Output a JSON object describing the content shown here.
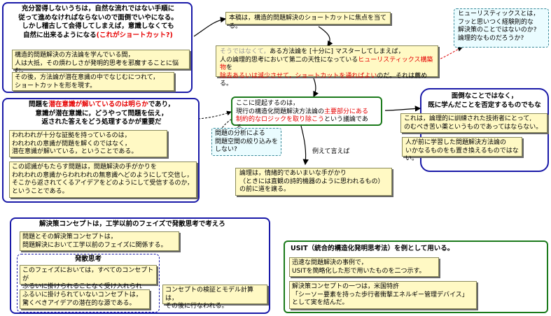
{
  "box_tl": {
    "title_l1": "充分習得しないうちは，自然な流れではない手順に",
    "title_l2": "従って進めなければならないので面倒でいやになる。",
    "title_l3": "しかし稽古して会得してしまえば，意識しなくても",
    "title_l4": "自然に出来るようになる",
    "title_l4_red": "(これがショートカット?)",
    "note1_l1": "構造的問題解決の方法論を学んでいる間，",
    "note1_l2": "人は大抵，その煩わしさが発明的思考を邪魔することに悩む。",
    "note2_l1": "その後，方法論が潜在意識の中でなじむにつれて，",
    "note2_l2": "ショートカットを形を現す。"
  },
  "focus_note": "本稿は，構造的問題解決のショートカットに焦点を当てる。",
  "heuristic_cloud": {
    "l1": "ヒューリスティックスとは，",
    "l2": "フッと思いつく経験則的な",
    "l3": "解決策のことではないのか?",
    "l4": "論理的なものだろうか?"
  },
  "center_top": {
    "l1_grey": "そうではなくて，",
    "l1": "ある方法論を [十分に] マスターしてしまえば，",
    "l2": "人の論理的思考において第二の天性になっている",
    "l2_red": "ヒューリスティックス構築物",
    "l2_end": "を",
    "l3_red": "除去あるいは減少させて，ショートカットを通ればよい",
    "l3": "のだ。それは薦める。"
  },
  "box_ml": {
    "l1": "問題を",
    "l1_red": "潜在意識が解いているのは明らか",
    "l1_end": "であり，",
    "l2": "意識が潜在意識に，どうやって問題を伝え，",
    "l3": "返された答えをどう処理するかが重要だ",
    "note1_l1": "われわれが十分な証拠を持っているのは，",
    "note1_l2": "われわれの意識が問題を解くのではなく，",
    "note1_l3": "潜在意識が解いている，ということである。",
    "note2_l1": "この認識がもたらす問題は，問題解決の手がかりを",
    "note2_l2": "われわれの意識からわれわれの無意識へどのようにして交信し，",
    "note2_l3": "そこから返されてくるアイデアをどのようにして受信するのか，",
    "note2_l4": "ということである。"
  },
  "green_center": {
    "l1": "ここに提起するのは，",
    "l2": "現行の構造化問題解決方法論の",
    "l2_red": "主要部分にある",
    "l3_red": "制約的なロジックを取り除こう",
    "l3": "という議論である。"
  },
  "cyan_small": {
    "l1": "問題の分析による",
    "l2": "問題空間の絞り込みを",
    "l3": "しない?"
  },
  "example_label": "例えて言えば",
  "logic_note": {
    "l1": "論理は，情緒的であいまいな手がかり",
    "l2": "（ときには直観の詩的機器のように思われるもの）",
    "l3": "の前に道を譲る。"
  },
  "box_r": {
    "title_l1": "面倒なことではなく，",
    "title_l2": "既に学んだことを否定するものでもな",
    "note1_l1": "これは，論理的に訓練された技術者にとって,",
    "note1_l2": "のむべき苦い薬というものであってはならない。",
    "note2_l1": "人が前に学習した問題解決方法論の",
    "note2_l2": "いかなるものをも置き換えるものではない。"
  },
  "box_bl": {
    "title": "解決策コンセプトは，工学以前のフェイズで発散思考で考えろ",
    "note1_l1": "問題とその解決策コンセプトは，",
    "note1_l2": "問題解決において工学以前のフェイズに関係する。",
    "inner_title": "発散思考",
    "inner1_l1": "このフェイズにおいては，すべてのコンセプトが",
    "inner1_l2": "ふるいに掛けられることなく受け入れられる。",
    "inner2_l1": "ふるいに掛けられていないコンセプトは，",
    "inner2_l2": "驚くべきアイデアの潜在的な源である。",
    "side_l1": "コンセプトの検証とモデル計算は，",
    "side_l2": "その後に行なわれる。"
  },
  "box_br": {
    "title": "USIT（統合的構造化発明思考法）を例として用いる。",
    "note1_l1": "迅速な問題解決の事例で，",
    "note1_l2": "USITを簡略化した形で用いたものを二つ示す。",
    "note2_l1": "解決策コンセプトの一つは，米国特許",
    "note2_l2": "「シーソー要素を持った歩行者衝撃エネルギー管理デバイス」",
    "note2_l3": "として実を結んだ。"
  }
}
